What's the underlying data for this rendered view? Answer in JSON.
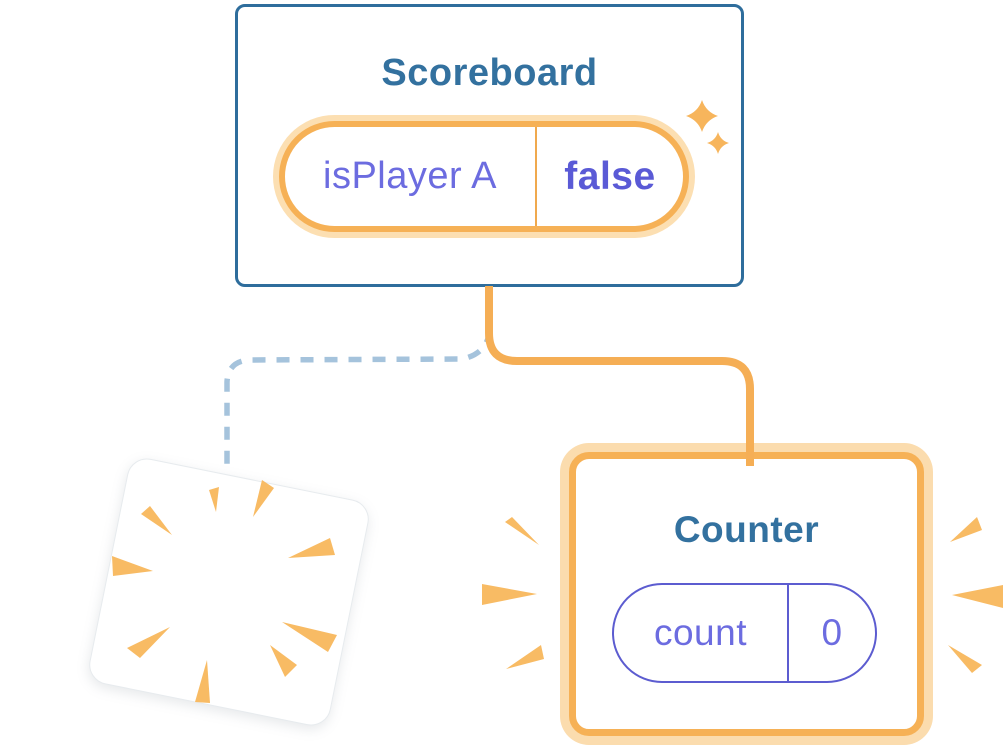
{
  "scoreboard_card": {
    "title": "Scoreboard",
    "state_pill": {
      "label": "isPlayer A",
      "value": "false"
    }
  },
  "counter_card": {
    "title": "Counter",
    "state_pill": {
      "label": "count",
      "value": "0"
    }
  },
  "icons": {
    "sparkle": "sparkle-stars-icon",
    "poof": "poof-burst-icon",
    "emphasis_left": "emphasis-rays-left-icon",
    "emphasis_right": "emphasis-rays-right-icon"
  },
  "colors": {
    "card_border_blue": "#2e6d9c",
    "title_teal": "#33719f",
    "accent_orange": "#f6b156",
    "accent_orange_light": "#fbdcae",
    "ray_orange": "#f8bb64",
    "state_label_purple": "#6c6ce0",
    "state_value_purple": "#5a5ad6",
    "pill_border_purple": "#5c5cd0",
    "dashed_line_blue": "#a5c3dc",
    "background": "#ffffff"
  }
}
